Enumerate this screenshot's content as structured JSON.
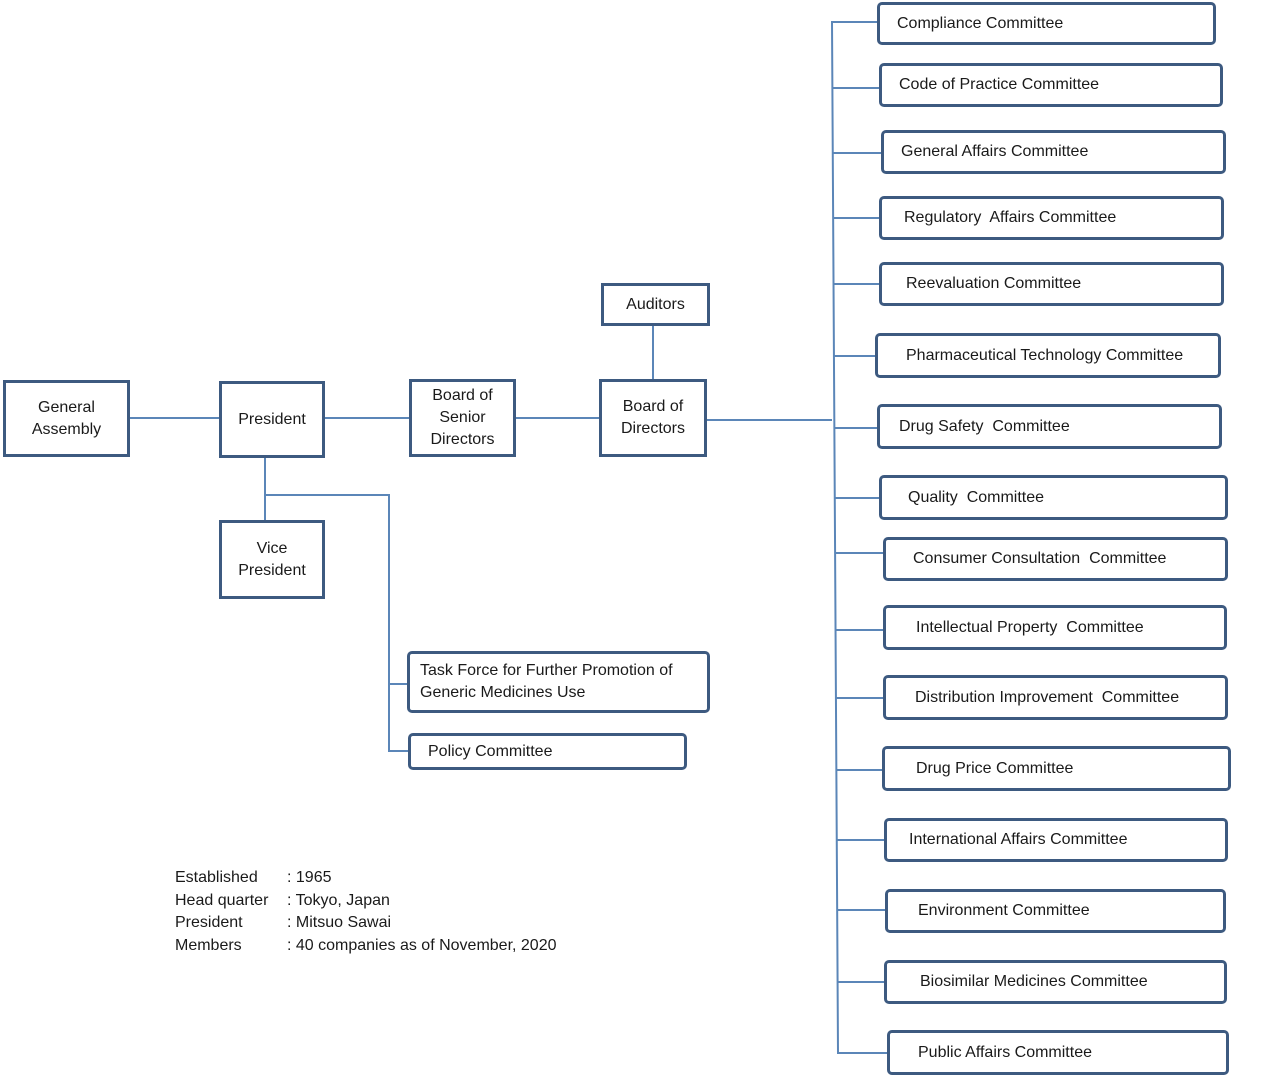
{
  "main_chain": {
    "general_assembly": "General\nAssembly",
    "president": "President",
    "board_senior": "Board of\nSenior\nDirectors",
    "board_directors": "Board of\nDirectors",
    "auditors": "Auditors",
    "vice_president": "Vice\nPresident"
  },
  "president_units": {
    "task_force": "Task Force for Further Promotion of\nGeneric Medicines Use",
    "policy": "Policy Committee"
  },
  "committees": [
    "Compliance Committee",
    "Code of Practice Committee",
    "General Affairs Committee",
    "Regulatory  Affairs Committee",
    "Reevaluation Committee",
    "Pharmaceutical Technology Committee",
    "Drug Safety  Committee",
    "Quality  Committee",
    "Consumer Consultation  Committee",
    "Intellectual Property  Committee",
    "Distribution Improvement  Committee",
    "Drug Price Committee",
    "International Affairs Committee",
    "Environment Committee",
    "Biosimilar Medicines Committee",
    "Public Affairs Committee"
  ],
  "info": {
    "established_label": "Established",
    "established_value": ": 1965",
    "hq_label": "Head quarter",
    "hq_value": ": Tokyo, Japan",
    "president_label": "President",
    "president_value": ": Mitsuo Sawai",
    "members_label": "Members",
    "members_value": ": 40 companies as of November, 2020"
  },
  "colors": {
    "box_border": "#3d5a80",
    "line": "#5b86b8"
  }
}
